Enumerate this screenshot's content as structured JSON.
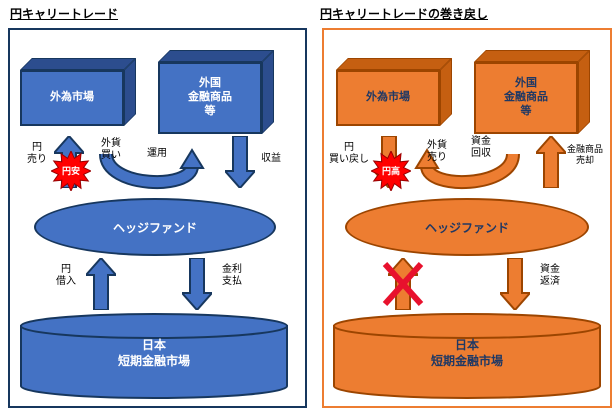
{
  "colors": {
    "blue_fill": "#4472C4",
    "blue_border": "#17375E",
    "orange_fill": "#ED7D31",
    "orange_border": "#9C4500",
    "badge_red": "#FF0000"
  },
  "left_panel": {
    "title": "円キャリートレード",
    "fx_market_box": "外為市場",
    "foreign_products_box": "外国\n金融商品\n等",
    "yen_sell_label": "円\n売り",
    "yen_weak_badge": "円安",
    "fx_buy_label": "外貨\n買い",
    "invest_label": "運用",
    "profit_label": "収益",
    "hedge_fund": "ヘッジファンド",
    "yen_borrow_label": "円\n借入",
    "interest_label": "金利\n支払",
    "money_market": "日本\n短期金融市場"
  },
  "right_panel": {
    "title": "円キャリートレードの巻き戻し",
    "fx_market_box": "外為市場",
    "foreign_products_box": "外国\n金融商品\n等",
    "yen_buyback_label": "円\n買い戻し",
    "yen_strong_badge": "円高",
    "fx_sell_label": "外貨\n売り",
    "collect_label": "資金\n回収",
    "sell_products_label": "金融商品\n売却",
    "hedge_fund": "ヘッジファンド",
    "repay_label": "資金\n返済",
    "money_market": "日本\n短期金融市場"
  }
}
